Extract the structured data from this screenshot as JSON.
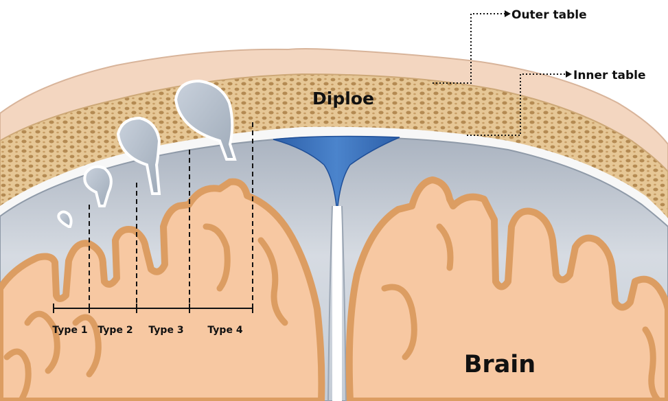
{
  "labels": {
    "outer_table": "Outer table",
    "inner_table": "Inner table",
    "diploe": "Diploe",
    "brain": "Brain",
    "type1": "Type 1",
    "type2": "Type 2",
    "type3": "Type 3",
    "type4": "Type 4"
  },
  "colors": {
    "skin": "#f3d6c0",
    "diploe": "#e2c28d",
    "bone_pore": "#b48a52",
    "meninges": "#c9d0da",
    "arachnoid_granulation": "#b5bfcb",
    "sinus": "#3a6fba",
    "brain": "#f7c8a2",
    "gyrus_outline": "#dc9d62"
  }
}
